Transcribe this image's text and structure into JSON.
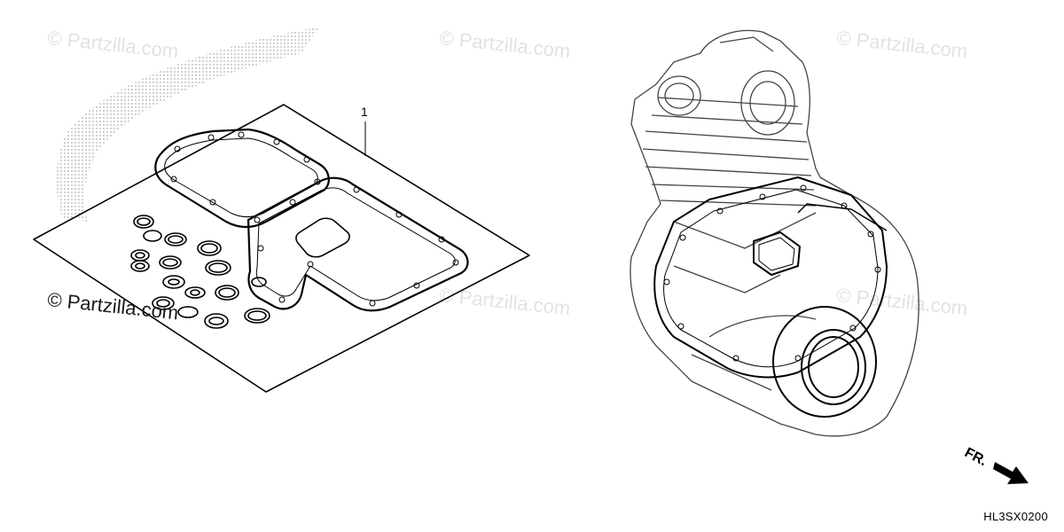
{
  "watermarks": {
    "top_left": "© Partzilla.com",
    "top_center": "© Partzilla.com",
    "top_right": "© Partzilla.com",
    "mid_center": "© Partzilla.com",
    "mid_right": "© Partzilla.com",
    "overlay": "© Partzilla.com"
  },
  "callouts": {
    "part_1": "1"
  },
  "direction": {
    "front_label": "FR."
  },
  "diagram_code": "HL3SX0200"
}
